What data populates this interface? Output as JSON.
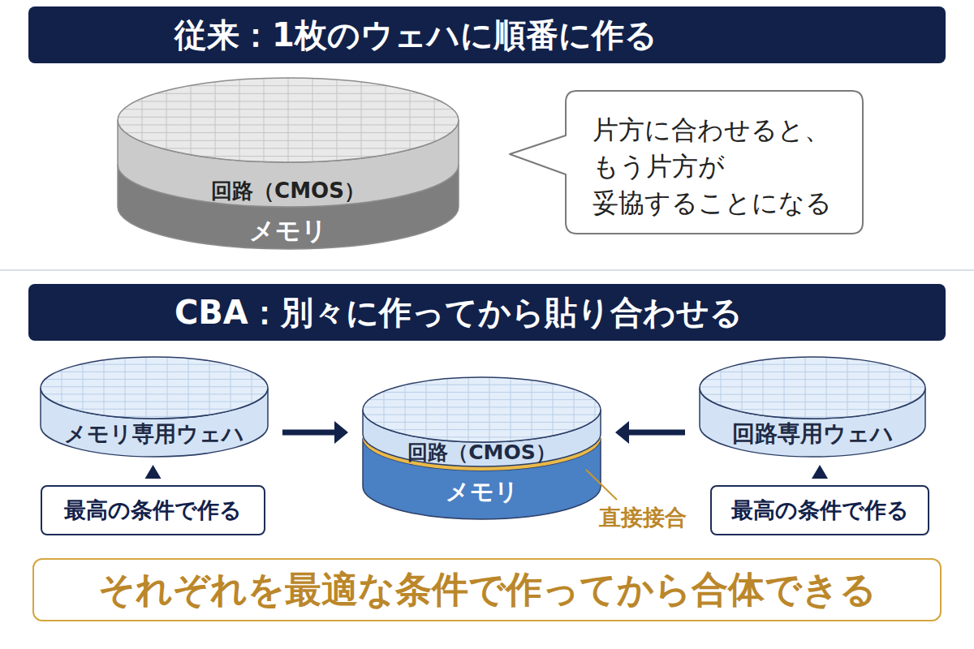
{
  "diagram": {
    "nodes": [
      {
        "text": [
          "従来：1枚のウェハに順番に作る"
        ]
      },
      {
        "text": [
          "回路（CMOS）",
          "メモリ"
        ]
      },
      {
        "text": [
          "片方に合わせると、 もう片方が 妥協することになる"
        ]
      },
      {
        "text": [
          "CBA：別々に作ってから貼り合わせる"
        ]
      },
      {
        "text": [
          "メモリ専用ウェハ"
        ]
      },
      {
        "text": [
          "回路（CMOS）",
          "メモリ"
        ]
      },
      {
        "text": [
          "回路専用ウェハ"
        ]
      },
      {
        "text": [
          "最高の条件で作る"
        ]
      },
      {
        "text": [
          "最高の条件で作る"
        ]
      },
      {
        "text": [
          "それぞれを最適な条件で作ってから合体できる"
        ]
      }
    ],
    "edges": [
      {
        "from": 4,
        "to": 5,
        "arrow": "to"
      },
      {
        "from": 6,
        "to": 5,
        "arrow": "to"
      },
      {
        "from": 7,
        "to": 4,
        "arrow": "to"
      },
      {
        "from": 8,
        "to": 6,
        "arrow": "to"
      }
    ],
    "labels": [
      "直接接合"
    ]
  }
}
